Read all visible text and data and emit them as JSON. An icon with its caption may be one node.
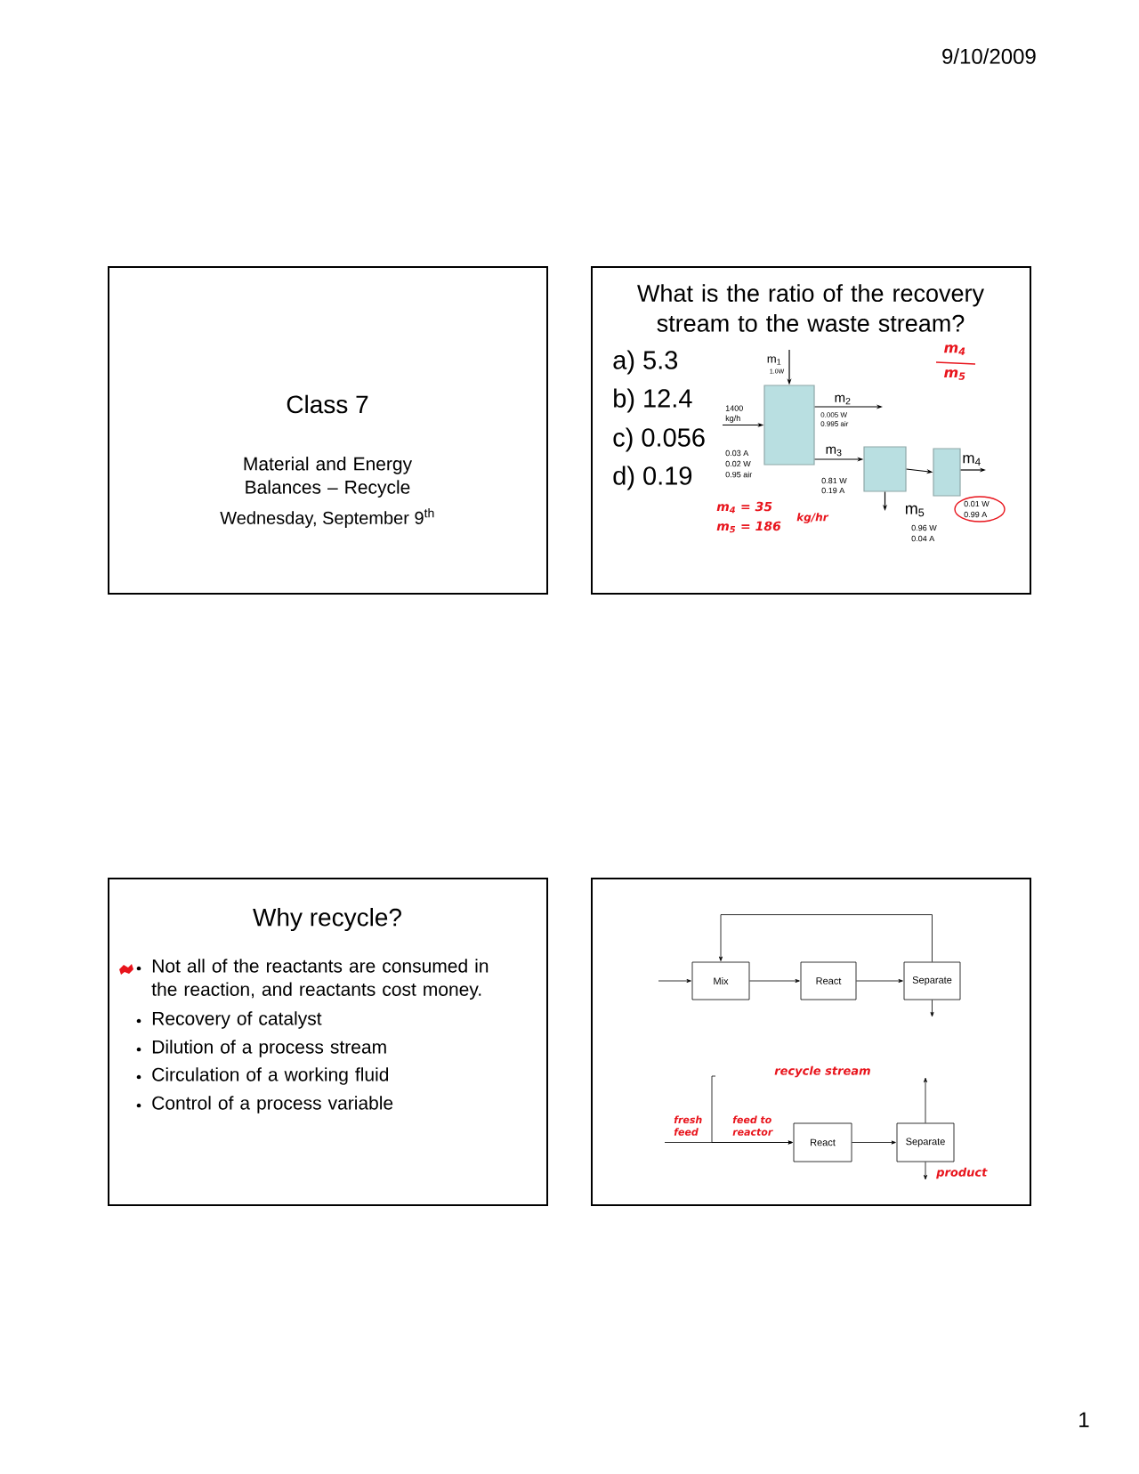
{
  "diagram": {
    "nodes": [
      {
        "text": [
          "Class 7",
          "Material and Energy Balances – Recycle",
          "Wednesday, September 9$^{th}$"
        ]
      },
      {
        "text": [
          "What is the ratio of the recovery stream to the waste stream?",
          "a) 5.3",
          "b) 12.4",
          "c) 0.056",
          "d) 0.19"
        ]
      },
      {
        "text": [],
        "shape": "box",
        "in": 1
      },
      {
        "text": [],
        "shape": "box",
        "in": 1
      },
      {
        "text": [],
        "shape": "box",
        "in": 1
      },
      {
        "text": [
          "Why recycle?",
          "Not all of the reactants are consumed in the reaction, and reactants cost money.",
          "Recovery of catalyst",
          "Dilution of a process stream",
          "Circulation of a working fluid",
          "Control of a process variable"
        ]
      },
      {
        "text": [],
        "shape": "box"
      },
      {
        "text": [
          "Mix"
        ],
        "in": 6
      },
      {
        "text": [
          "React"
        ],
        "in": 6
      },
      {
        "text": [
          "Separate"
        ],
        "in": 6
      },
      {
        "text": [
          "React"
        ],
        "in": 6
      },
      {
        "text": [
          "Separate"
        ],
        "in": 6
      }
    ],
    "edges": [
      {
        "from": null,
        "to": 2,
        "arrow": "to",
        "label": "m$_{1}$"
      },
      {
        "from": null,
        "to": 2,
        "arrow": "to",
        "label": "1400 kg/h"
      },
      {
        "from": 2,
        "to": null,
        "arrow": "to",
        "label": "m$_{2}$"
      },
      {
        "from": 2,
        "to": 3,
        "arrow": "to",
        "label": "m$_{3}$"
      },
      {
        "from": 3,
        "to": 4,
        "arrow": "to"
      },
      {
        "from": 4,
        "to": null,
        "arrow": "to",
        "label": "m$_{4}$"
      },
      {
        "from": 3,
        "to": null,
        "arrow": "to",
        "label": "m$_{5}$"
      },
      {
        "from": null,
        "to": 7,
        "arrow": "to"
      },
      {
        "from": 7,
        "to": 8,
        "arrow": "to"
      },
      {
        "from": 8,
        "to": 9,
        "arrow": "to"
      },
      {
        "from": 9,
        "to": null,
        "arrow": "to"
      },
      {
        "from": 9,
        "to": 7,
        "arrow": "to"
      },
      {
        "from": null,
        "to": 10,
        "arrow": "to",
        "label": "fresh feed"
      },
      {
        "from": null,
        "to": 10,
        "arrow": "to"
      },
      {
        "from": 10,
        "to": 11,
        "arrow": "to"
      },
      {
        "from": 11,
        "to": null,
        "arrow": "to"
      },
      {
        "from": 11,
        "to": null,
        "arrow": "to",
        "label": "product"
      }
    ],
    "labels": [
      "9/10/2009",
      "1.0W",
      "0.005 W",
      "0.995 air",
      "0.03 A",
      "0.02 W",
      "0.95 air",
      "0.81 W",
      "0.19 A",
      "0.01 W",
      "0.99 A",
      "0.96 W",
      "0.04 A",
      "m$_{4}$",
      "m$_{5}$",
      "m$_{4}$ = 35",
      "m$_{5}$ = 186",
      "kg/hr",
      "recycle stream",
      "feed to reactor",
      "1"
    ]
  }
}
